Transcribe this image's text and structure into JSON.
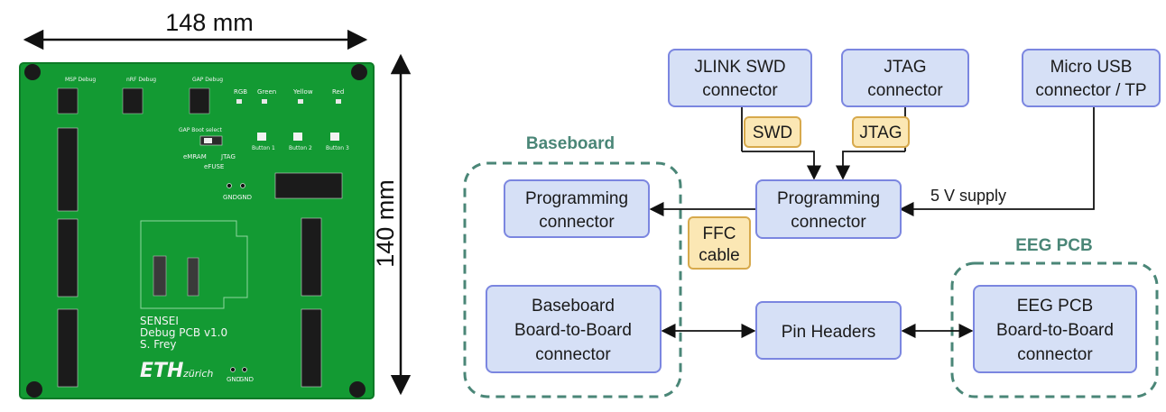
{
  "photo": {
    "width_label": "148 mm",
    "height_label": "140 mm",
    "silkscreen": {
      "msp_debug": "MSP Debug",
      "nrf_debug": "nRF Debug",
      "gap_debug": "GAP Debug",
      "rgb": "RGB",
      "green": "Green",
      "yellow": "Yellow",
      "red": "Red",
      "gap_boot_select": "GAP Boot select",
      "button1": "Button 1",
      "button2": "Button 2",
      "button3": "Button 3",
      "emram": "eMRAM",
      "jtag": "JTAG",
      "efuse": "eFUSE",
      "gnd1": "GND",
      "gnd2": "GND",
      "gnd3": "GND",
      "gnd4": "GND",
      "sensei": "SENSEI",
      "debug_pcb": "Debug PCB v1.0",
      "author": "S. Frey",
      "eth": "ETH",
      "zurich": "zürich"
    }
  },
  "diagram": {
    "boxes": {
      "jlink": [
        "JLINK SWD",
        "connector"
      ],
      "jtag": [
        "JTAG",
        "connector"
      ],
      "usb": [
        "Micro USB",
        "connector / TP"
      ],
      "prog_right": [
        "Programming",
        "connector"
      ],
      "prog_left": [
        "Programming",
        "connector"
      ],
      "baseboard_b2b": [
        "Baseboard",
        "Board-to-Board",
        "connector"
      ],
      "pin_headers": [
        "Pin Headers"
      ],
      "eeg_b2b": [
        "EEG PCB",
        "Board-to-Board",
        "connector"
      ]
    },
    "tags": {
      "swd": "SWD",
      "jtag": "JTAG",
      "ffc": [
        "FFC",
        "cable"
      ]
    },
    "groups": {
      "baseboard": "Baseboard",
      "eeg": "EEG PCB"
    },
    "supply_label": "5 V supply",
    "colors": {
      "box_fill": "#d6e0f6",
      "box_stroke": "#7b86e0",
      "tag_fill": "#fbe7b4",
      "tag_stroke": "#d7a94c",
      "group_stroke": "#4a8677",
      "pcb_green": "#139a33"
    }
  }
}
